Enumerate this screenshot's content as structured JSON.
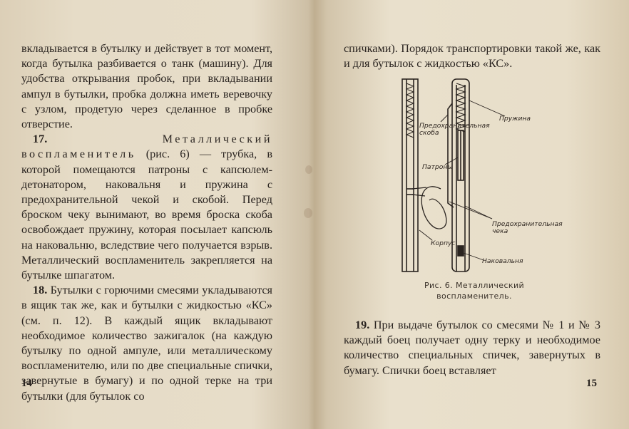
{
  "left_page": {
    "paragraphs": [
      "вкладывается в бутылку и действует в тот момент, когда бутылка разбивается о танк (машину). Для удобства открывания пробок, при вкладывании ампул в бутылки, пробка должна иметь веревочку с узлом, продетую через сделанное в пробке отверстие."
    ],
    "p17_number": "17.",
    "p17_term": "Металлический воспламенитель",
    "p17_text": " (рис. 6) — трубка, в которой помещаются патроны с капсюлем-детонатором, наковальня и пружина с предохранительной чекой и скобой. Перед броском чеку вынимают, во время броска скоба освобождает пружину, которая посылает капсюль на наковальню, вследствие чего получается взрыв. Металлический воспламенитель закрепляется на бутылке шпагатом.",
    "p18_number": "18.",
    "p18_text": " Бутылки с горючими смесями укладываются в ящик так же, как и бутылки с жидкостью «КС» (см. п. 12). В каждый ящик вкладывают необходимое количество зажигалок (на каждую бутылку по одной ампуле, или металлическому воспламенителю, или по две специальные спички, завернутые в бумагу) и по одной терке на три бутылки (для бутылок со",
    "page_number": "14"
  },
  "right_page": {
    "intro": "спичками). Порядок транспортировки такой же, как и для бутылок с жидкостью «КС».",
    "figure": {
      "labels": {
        "spring": "Пружина",
        "safety_bracket": "Предохранительная скоба",
        "cartridges": "Патроны",
        "safety_pin": "Предохранительная чека",
        "body": "Корпус",
        "anvil": "Наковальня"
      },
      "caption": "Рис. 6. Металлический воспламенитель."
    },
    "p19_number": "19.",
    "p19_text": " При выдаче бутылок со смесями № 1 и № 3 каждый боец получает одну терку и необходимое количество специальных спичек, завернутых в бумагу. Спички боец вставляет",
    "page_number": "15"
  }
}
